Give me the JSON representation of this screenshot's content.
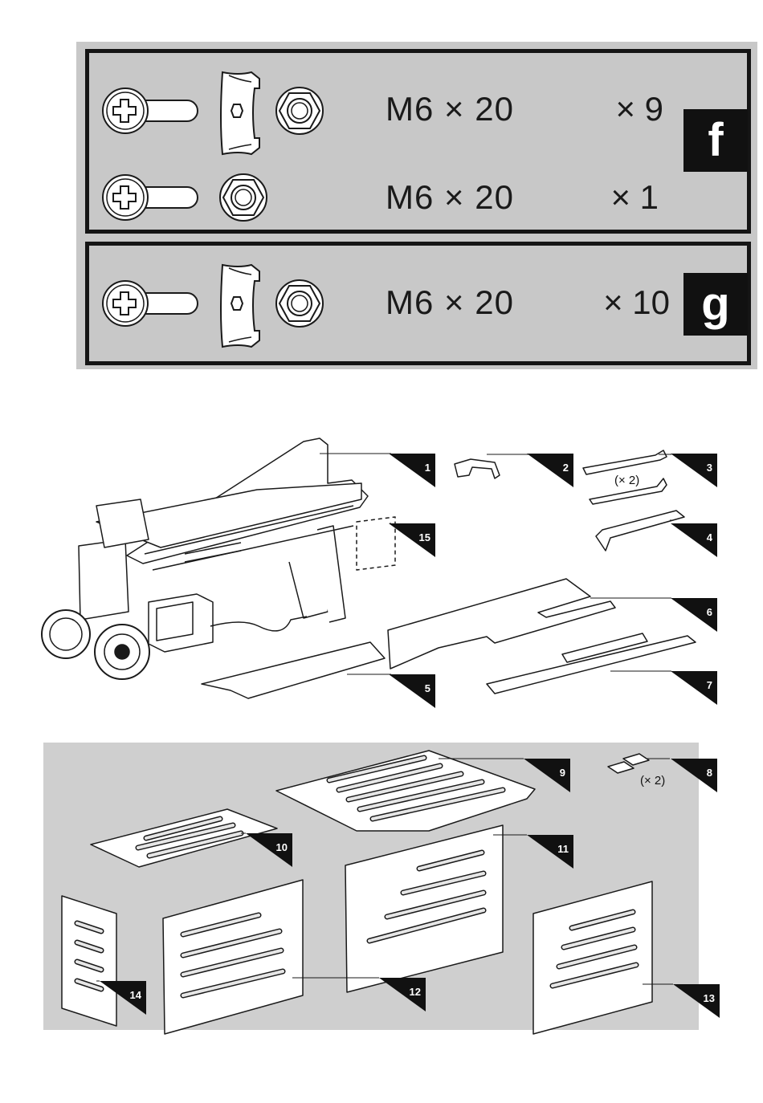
{
  "hardware": {
    "group_f": {
      "letter": "f",
      "rows": [
        {
          "spec": "M6 × 20",
          "qty": "× 9"
        },
        {
          "spec": "M6 × 20",
          "qty": "× 1"
        }
      ]
    },
    "group_g": {
      "letter": "g",
      "rows": [
        {
          "spec": "M6 × 20",
          "qty": "× 10"
        }
      ]
    }
  },
  "parts": {
    "p1": "1",
    "p2": "2",
    "p3": "3",
    "p4": "4",
    "p5": "5",
    "p6": "6",
    "p7": "7",
    "p8": "8",
    "p9": "9",
    "p10": "10",
    "p11": "11",
    "p12": "12",
    "p13": "13",
    "p14": "14",
    "p15": "15",
    "qty_note_3": "(× 2)",
    "qty_note_8": "(× 2)"
  },
  "colors": {
    "panel_gray": "#c8c8c8",
    "tab_black": "#111111",
    "line": "#1a1a1a"
  }
}
